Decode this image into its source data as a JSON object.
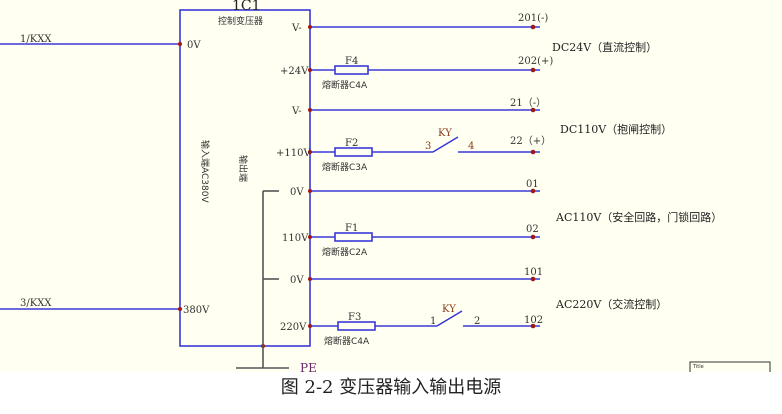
{
  "transformer": {
    "id": "1C1",
    "name": "控制变压器",
    "input_side": "输入端AC380V",
    "output_side": "输出端"
  },
  "inputs": [
    {
      "label": "1/KXX",
      "terminal": "0V"
    },
    {
      "label": "3/KXX",
      "terminal": "380V"
    }
  ],
  "outputs": [
    {
      "terminal": "V-",
      "wire": "201(-)"
    },
    {
      "terminal": "+24V",
      "fuse": "F4",
      "fuse_desc": "熔断器C4A",
      "wire": "202(+)"
    },
    {
      "terminal": "V-",
      "wire": "21（-）"
    },
    {
      "terminal": "+110V",
      "fuse": "F2",
      "fuse_desc": "熔断器C3A",
      "switch": "KY",
      "pin_a": "3",
      "pin_b": "4",
      "wire": "22（+）"
    },
    {
      "terminal": "0V",
      "wire": "01"
    },
    {
      "terminal": "110V",
      "fuse": "F1",
      "fuse_desc": "熔断器C2A",
      "wire": "02"
    },
    {
      "terminal": "0V",
      "wire": "101"
    },
    {
      "terminal": "220V",
      "fuse": "F3",
      "fuse_desc": "熔断器C4A",
      "switch": "KY",
      "pin_a": "1",
      "pin_b": "2",
      "wire": "102"
    }
  ],
  "groups": [
    "DC24V（直流控制）",
    "DC110V（抱闸控制）",
    "AC110V（安全回路，门锁回路）",
    "AC220V（交流控制）"
  ],
  "ground": "PE",
  "title_block": "Title",
  "caption": "图 2-2 变压器输入输出电源"
}
